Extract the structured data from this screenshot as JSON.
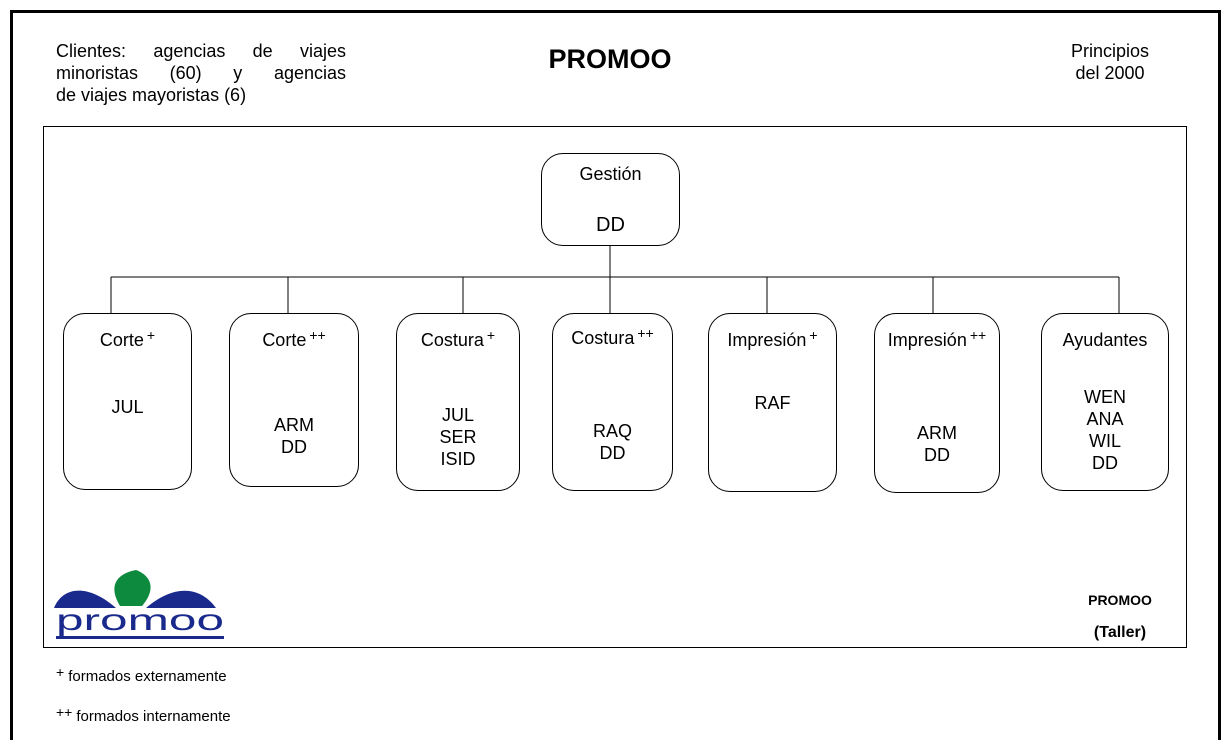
{
  "header": {
    "clients_lines": [
      "Clientes: agencias de viajes",
      "minoristas (60) y agencias",
      "de viajes mayoristas (6)"
    ],
    "title": "PROMOO",
    "period_lines": [
      "Principios",
      "del 2000"
    ]
  },
  "org_chart": {
    "root": {
      "label": "Gestión",
      "names": [
        "DD"
      ]
    },
    "units": [
      {
        "label": "Corte",
        "mark": "+",
        "names": [
          "JUL"
        ]
      },
      {
        "label": "Corte",
        "mark": "++",
        "names": [
          "ARM",
          "DD"
        ]
      },
      {
        "label": "Costura",
        "mark": "+",
        "names": [
          "JUL",
          "SER",
          "ISID"
        ]
      },
      {
        "label": "Costura",
        "mark": "++",
        "names": [
          "RAQ",
          "DD"
        ]
      },
      {
        "label": "Impresión",
        "mark": "+",
        "names": [
          "RAF"
        ]
      },
      {
        "label": "Impresión",
        "mark": "++",
        "names": [
          "ARM",
          "DD"
        ]
      },
      {
        "label": "Ayudantes",
        "mark": "",
        "names": [
          "WEN",
          "ANA",
          "WIL",
          "DD"
        ]
      }
    ]
  },
  "logo": {
    "text": "promoo",
    "colors": {
      "blue": "#1a2a8c",
      "green": "#0e8a3e"
    }
  },
  "footer": {
    "name": "PROMOO",
    "subtitle": "(Taller)"
  },
  "legend": [
    {
      "mark": "+",
      "text": "formados externamente"
    },
    {
      "mark": "++",
      "text": "formados internamente"
    }
  ]
}
